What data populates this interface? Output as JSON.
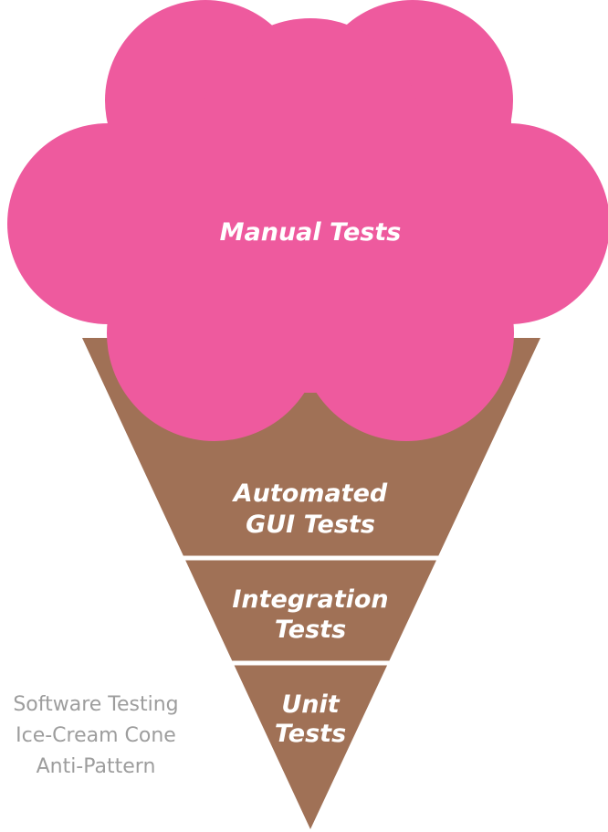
{
  "diagram": {
    "layers": [
      {
        "id": "manual",
        "lines": [
          "Manual Tests"
        ]
      },
      {
        "id": "automated-gui",
        "lines": [
          "Automated",
          "GUI Tests"
        ]
      },
      {
        "id": "integration",
        "lines": [
          "Integration",
          "Tests"
        ]
      },
      {
        "id": "unit",
        "lines": [
          "Unit",
          "Tests"
        ]
      }
    ],
    "caption": [
      "Software Testing",
      "Ice-Cream Cone",
      "Anti-Pattern"
    ],
    "colors": {
      "scoop": "#ee5a9e",
      "cone": "#a07156",
      "divider": "#ffffff",
      "label": "#ffffff",
      "caption": "#9d9d9d"
    }
  }
}
